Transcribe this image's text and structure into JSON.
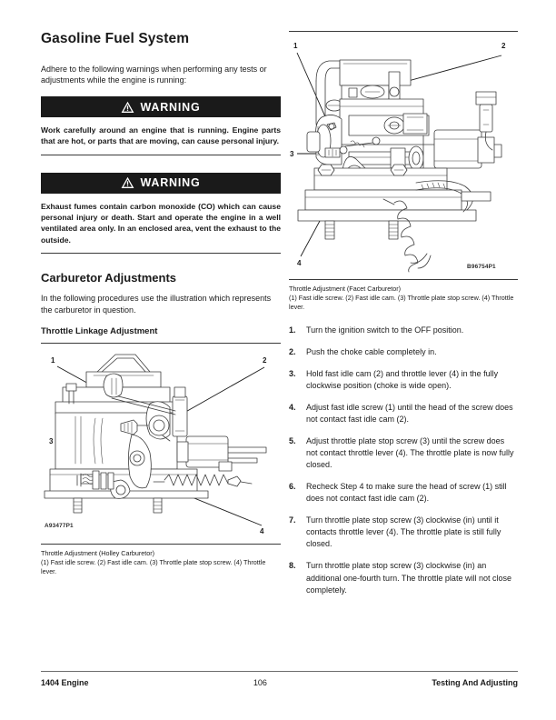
{
  "document": {
    "section_title": "Gasoline Fuel System",
    "intro_paragraph": "Adhere to the following warnings when performing any tests or adjustments while the engine is running:"
  },
  "warnings": [
    {
      "label": "WARNING",
      "icon": "warning-triangle-icon",
      "body": "Work carefully around an engine that is running. Engine parts that are hot, or parts that are moving, can cause personal injury."
    },
    {
      "label": "WARNING",
      "icon": "warning-triangle-icon",
      "body": "Exhaust fumes contain carbon monoxide (CO) which can cause personal injury or death. Start and operate the engine in a well ventilated area only. In an enclosed area, vent the exhaust to the outside."
    }
  ],
  "carburetor": {
    "heading": "Carburetor Adjustments",
    "intro": "In the following procedures use the illustration which represents the carburetor in question.",
    "subheading": "Throttle Linkage Adjustment"
  },
  "figures": {
    "holley": {
      "id": "A93477P1",
      "caption_title": "Throttle Adjustment (Holley Carburetor)",
      "caption_items": "(1) Fast idle screw. (2) Fast idle cam. (3) Throttle plate stop screw. (4) Throttle lever.",
      "callouts": [
        "1",
        "2",
        "3",
        "4"
      ]
    },
    "facet": {
      "id": "B96754P1",
      "caption_title": "Throttle Adjustment (Facet Carburetor)",
      "caption_items": "(1) Fast idle screw. (2) Fast idle cam. (3) Throttle plate stop screw. (4) Throttle lever.",
      "callouts": [
        "1",
        "2",
        "3",
        "4"
      ]
    }
  },
  "steps": [
    {
      "num": "1.",
      "text": "Turn the ignition switch to the OFF position."
    },
    {
      "num": "2.",
      "text": "Push the choke cable completely in."
    },
    {
      "num": "3.",
      "text": "Hold fast idle cam (2) and throttle lever (4) in the fully clockwise position (choke is wide open)."
    },
    {
      "num": "4.",
      "text": "Adjust fast idle screw (1) until the head of the screw does not contact fast idle cam (2)."
    },
    {
      "num": "5.",
      "text": "Adjust throttle plate stop screw (3) until the screw does not contact throttle lever (4). The throttle plate is now fully closed."
    },
    {
      "num": "6.",
      "text": "Recheck Step 4 to make sure the head of screw (1) still does not contact fast idle cam (2)."
    },
    {
      "num": "7.",
      "text": "Turn throttle plate stop screw (3) clockwise (in) until it contacts throttle lever (4). The throttle plate is still fully closed."
    },
    {
      "num": "8.",
      "text": "Turn throttle plate stop screw (3) clockwise (in) an additional one-fourth turn. The throttle plate will not close completely."
    }
  ],
  "footer": {
    "left": "1404 Engine",
    "page_number": "106",
    "right": "Testing And Adjusting"
  },
  "colors": {
    "ink": "#1a1a1a",
    "banner_bg": "#1a1a1a",
    "banner_text": "#ffffff",
    "rule": "#3a3a3a",
    "drawing": "#3c3c3c"
  }
}
